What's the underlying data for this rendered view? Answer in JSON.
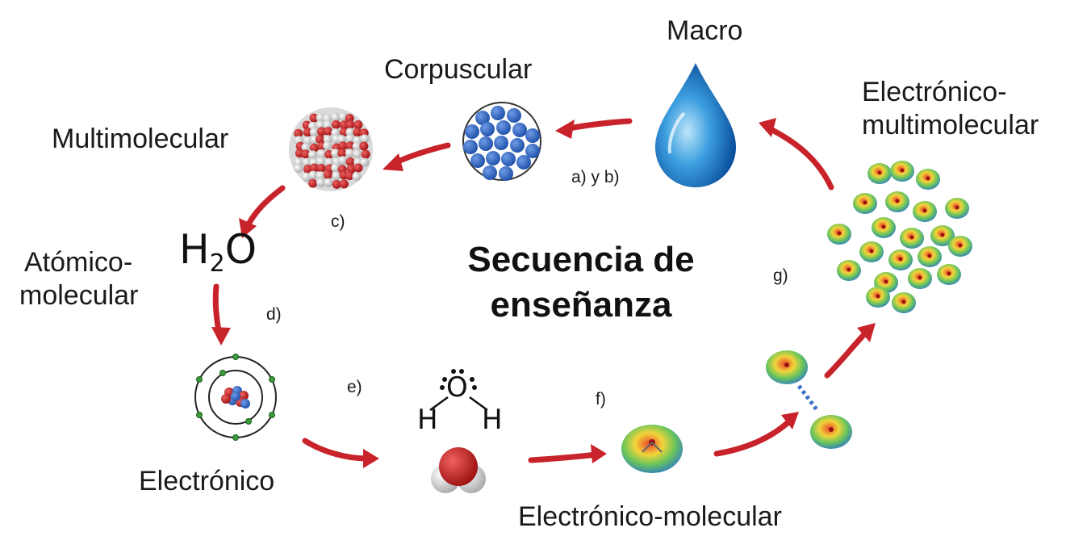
{
  "title": {
    "line1": "Secuencia de",
    "line2": "enseñanza"
  },
  "levels": {
    "macro": "Macro",
    "corpuscular": "Corpuscular",
    "multimolecular": "Multimolecular",
    "atomico_molecular_1": "Atómico-",
    "atomico_molecular_2": "molecular",
    "electronico": "Electrónico",
    "electronico_molecular": "Electrónico-molecular",
    "electronico_multimolecular_1": "Electrónico-",
    "electronico_multimolecular_2": "multimolecular"
  },
  "steps": {
    "ab": "a) y b)",
    "c": "c)",
    "d": "d)",
    "e": "e)",
    "f": "f)",
    "g": "g)"
  },
  "formula": {
    "h": "H",
    "sub": "2",
    "o": "O"
  },
  "lewis": {
    "o": "O",
    "h_left": "H",
    "h_right": "H"
  },
  "colors": {
    "arrow": "#c8232a",
    "title": "#111111",
    "water_blue": "#1a6fc4",
    "sphere_blue": "#2a5db8",
    "oxygen_red": "#c62828",
    "hydrogen_white": "#e6e6e6"
  }
}
